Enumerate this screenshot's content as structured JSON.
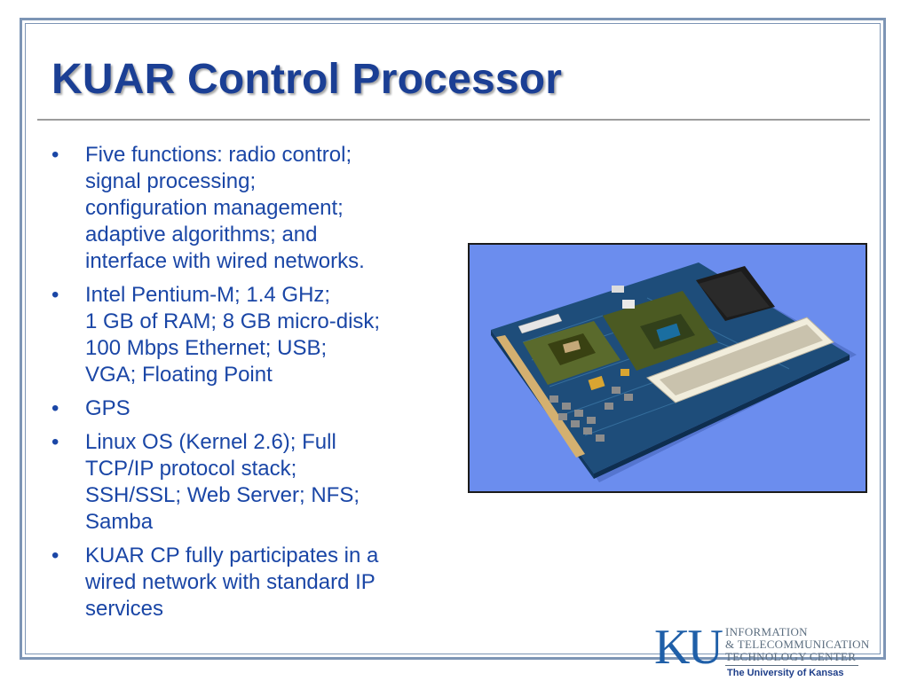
{
  "slide": {
    "title": "KUAR Control Processor",
    "bullets": [
      {
        "lines": [
          "Five functions: radio control;",
          "signal processing;",
          "configuration management;",
          "adaptive algorithms; and",
          "interface with wired networks."
        ]
      },
      {
        "lines": [
          "Intel Pentium-M; 1.4 GHz;",
          "1 GB of RAM; 8 GB micro-disk;",
          "100 Mbps Ethernet; USB;",
          "VGA; Floating Point"
        ]
      },
      {
        "lines": [
          "GPS"
        ]
      },
      {
        "lines": [
          "Linux OS (Kernel 2.6); Full",
          "TCP/IP protocol stack;",
          "SSH/SSL; Web Server; NFS;",
          "Samba"
        ]
      },
      {
        "lines": [
          "KUAR CP fully participates in a",
          "wired network with standard IP",
          "services"
        ]
      }
    ],
    "bullet_glyph": "•",
    "photo_icon": "circuit-board-photo"
  },
  "logo": {
    "letters": "KU",
    "lines": [
      "INFORMATION",
      "& TELECOMMUNICATION",
      "TECHNOLOGY CENTER"
    ],
    "university": "The University of Kansas"
  },
  "colors": {
    "title": "#1b3f94",
    "bullet_text": "#1a46a6",
    "frame": "#7d95b5",
    "photo_background": "#6b8dee",
    "logo_blue": "#1f5fa8"
  }
}
